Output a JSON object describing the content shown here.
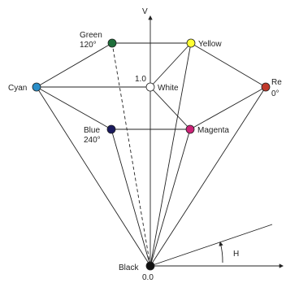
{
  "axis": {
    "label": "V",
    "value_top": "1.0",
    "value_bottom": "0.0"
  },
  "angle": {
    "label": "H"
  },
  "vertices": {
    "green": {
      "name": "Green",
      "angle": "120°",
      "color": "#1e6e3a"
    },
    "yellow": {
      "name": "Yellow",
      "color": "#ffff33"
    },
    "cyan": {
      "name": "Cyan",
      "color": "#2a8ec8"
    },
    "white": {
      "name": "White",
      "color": "#ffffff"
    },
    "red": {
      "name": "Re",
      "angle": "0°",
      "color": "#c0392b"
    },
    "blue": {
      "name": "Blue",
      "angle": "240°",
      "color": "#1a1a5e"
    },
    "magenta": {
      "name": "Magenta",
      "color": "#cc2277"
    },
    "black": {
      "name": "Black",
      "color": "#111111"
    }
  }
}
